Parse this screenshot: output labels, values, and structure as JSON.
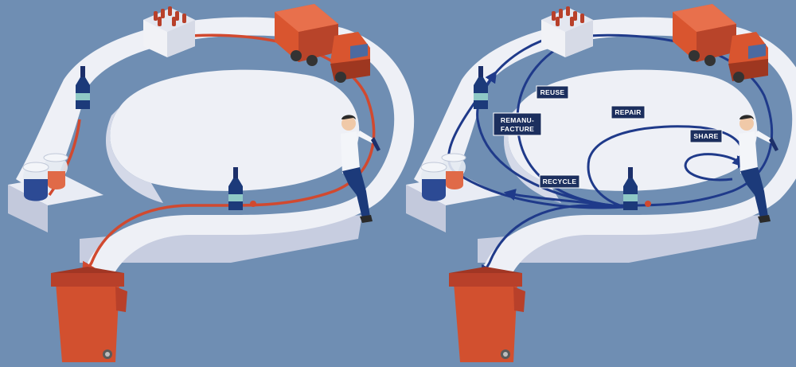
{
  "colors": {
    "background": "#6f8eb3",
    "track_top": "#eef0f6",
    "track_side": "#c9cfe0",
    "linear_flow": "#d1492f",
    "circular_flow": "#1f3a8a",
    "label_bg": "#1c2f5e",
    "bin": "#d2502f",
    "truck": "#d9552f"
  },
  "panels": [
    {
      "id": "linear",
      "caption": ""
    },
    {
      "id": "circular",
      "caption": ""
    }
  ],
  "circular_labels": {
    "reuse": "REUSE",
    "remanufacture_line1": "REMANU-",
    "remanufacture_line2": "FACTURE",
    "repair": "REPAIR",
    "share": "SHARE",
    "recycle": "RECYCLE"
  },
  "icons": [
    "bottle-crate-icon",
    "delivery-truck-icon",
    "glass-bottle-icon",
    "glass-jars-icon",
    "person-icon",
    "waste-bin-icon"
  ]
}
